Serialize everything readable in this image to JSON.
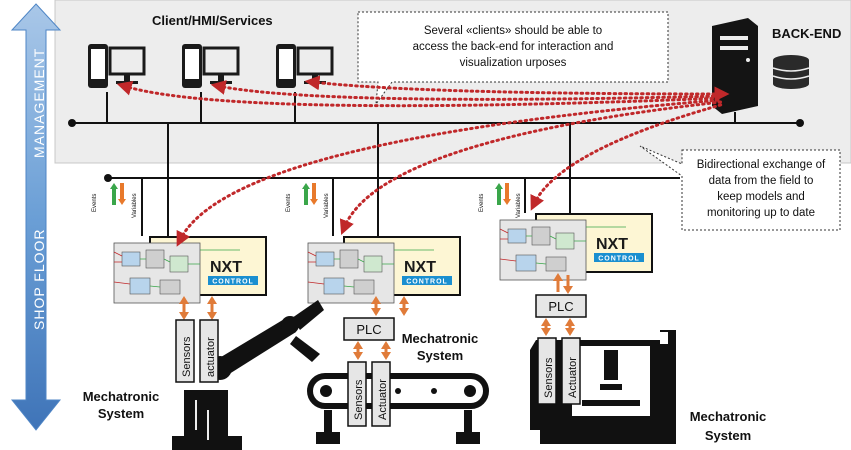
{
  "header": {
    "clients_title": "Client/HMI/Services",
    "backend_label": "BACK-END"
  },
  "side_labels": {
    "management": "MANAGEMENT",
    "shop_floor": "SHOP FLOOR"
  },
  "callouts": {
    "clients_note": [
      "Several «clients» should be able to",
      "access the back-end for interaction and",
      "visualization urposes"
    ],
    "exchange_note": [
      "Bidirectional exchange of",
      "data from the field to",
      "keep models and",
      "monitoring up to date"
    ]
  },
  "bus_labels": {
    "events": "Events",
    "variables": "Variables"
  },
  "controller": {
    "brand_top": "NXT",
    "brand_bottom": "CONTROL"
  },
  "cells": [
    {
      "devices": [
        "Sensors",
        "actuator"
      ],
      "plc": "",
      "caption": [
        "Mechatronic",
        "System"
      ]
    },
    {
      "devices": [
        "Sensors",
        "Actuator"
      ],
      "plc": "PLC",
      "caption": [
        "Mechatronic",
        "System"
      ]
    },
    {
      "devices": [
        "Sensors",
        "Actuator"
      ],
      "plc": "PLC",
      "caption": [
        "Mechatronic",
        "System"
      ]
    }
  ],
  "colors": {
    "management_bg": "#ededed",
    "arrow_blue": "#4f86c6",
    "dotted_red": "#c0282a",
    "link_orange": "#e07b39",
    "events_green": "#3aa64a",
    "variables_orange": "#e8792b",
    "controller_bg": "#fdf6d4",
    "brand_blue": "#1a8fd0"
  }
}
